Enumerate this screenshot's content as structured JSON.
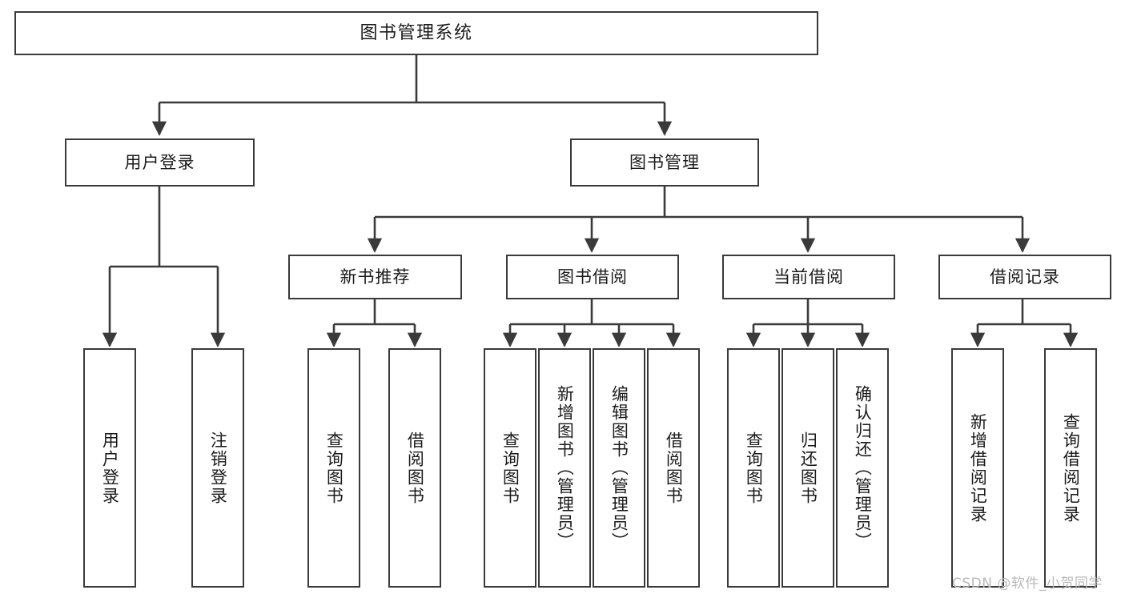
{
  "diagram": {
    "title": "图书管理系统",
    "type": "tree-hierarchy",
    "orientation": "top-down",
    "watermark": "CSDN @软件_小贺同学",
    "colors": {
      "box_border": "#3a3a3a",
      "box_fill": "#ffffff",
      "edge": "#3a3a3a",
      "text": "#1a1a1a",
      "watermark": "#b9b9b9",
      "background": "#ffffff"
    }
  },
  "nodes": {
    "root": {
      "label": "图书管理系统"
    },
    "level1": [
      {
        "id": "user-login",
        "label": "用户登录"
      },
      {
        "id": "book-manage",
        "label": "图书管理"
      }
    ],
    "level2": [
      {
        "id": "new-book-recommend",
        "label": "新书推荐"
      },
      {
        "id": "book-borrow",
        "label": "图书借阅"
      },
      {
        "id": "current-borrow",
        "label": "当前借阅"
      },
      {
        "id": "borrow-record",
        "label": "借阅记录"
      }
    ],
    "leaves": {
      "user-login": [
        {
          "id": "leaf-user-login",
          "label": "用户登录"
        },
        {
          "id": "leaf-logout-login",
          "label": "注销登录"
        }
      ],
      "new-book-recommend": [
        {
          "id": "leaf-query-book-1",
          "label": "查询图书"
        },
        {
          "id": "leaf-borrow-book-1",
          "label": "借阅图书"
        }
      ],
      "book-borrow": [
        {
          "id": "leaf-query-book-2",
          "label": "查询图书"
        },
        {
          "id": "leaf-add-book",
          "label": "新增图书（管理员）"
        },
        {
          "id": "leaf-edit-book",
          "label": "编辑图书（管理员）"
        },
        {
          "id": "leaf-borrow-book-2",
          "label": "借阅图书"
        }
      ],
      "current-borrow": [
        {
          "id": "leaf-query-book-3",
          "label": "查询图书"
        },
        {
          "id": "leaf-return-book",
          "label": "归还图书"
        },
        {
          "id": "leaf-confirm-return",
          "label": "确认归还（管理员）"
        }
      ],
      "borrow-record": [
        {
          "id": "leaf-add-record",
          "label": "新增借阅记录"
        },
        {
          "id": "leaf-query-record",
          "label": "查询借阅记录"
        }
      ]
    }
  }
}
